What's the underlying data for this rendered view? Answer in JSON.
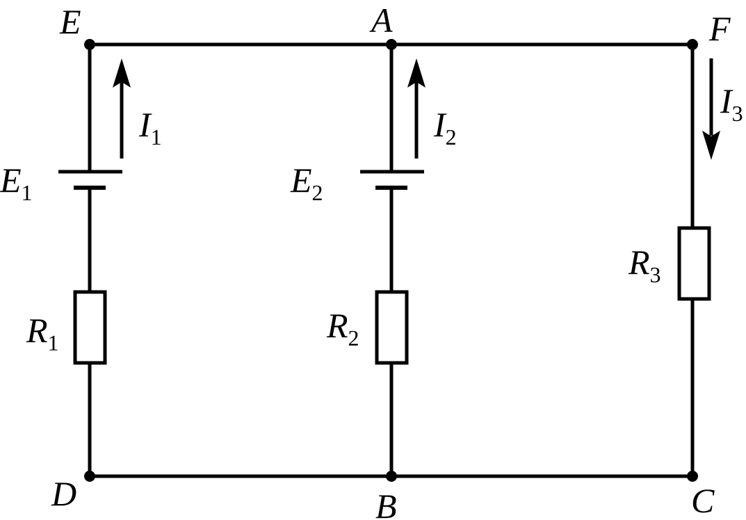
{
  "nodes": {
    "E": "E",
    "A": "A",
    "F": "F",
    "D": "D",
    "B": "B",
    "C": "C"
  },
  "sources": [
    {
      "letter": "E",
      "sub": "1"
    },
    {
      "letter": "E",
      "sub": "2"
    }
  ],
  "resistors": [
    {
      "letter": "R",
      "sub": "1"
    },
    {
      "letter": "R",
      "sub": "2"
    },
    {
      "letter": "R",
      "sub": "3"
    }
  ],
  "currents": [
    {
      "letter": "I",
      "sub": "1",
      "direction": "up"
    },
    {
      "letter": "I",
      "sub": "2",
      "direction": "up"
    },
    {
      "letter": "I",
      "sub": "3",
      "direction": "down"
    }
  ],
  "colors": {
    "wire": "#000000",
    "background": "#ffffff"
  }
}
